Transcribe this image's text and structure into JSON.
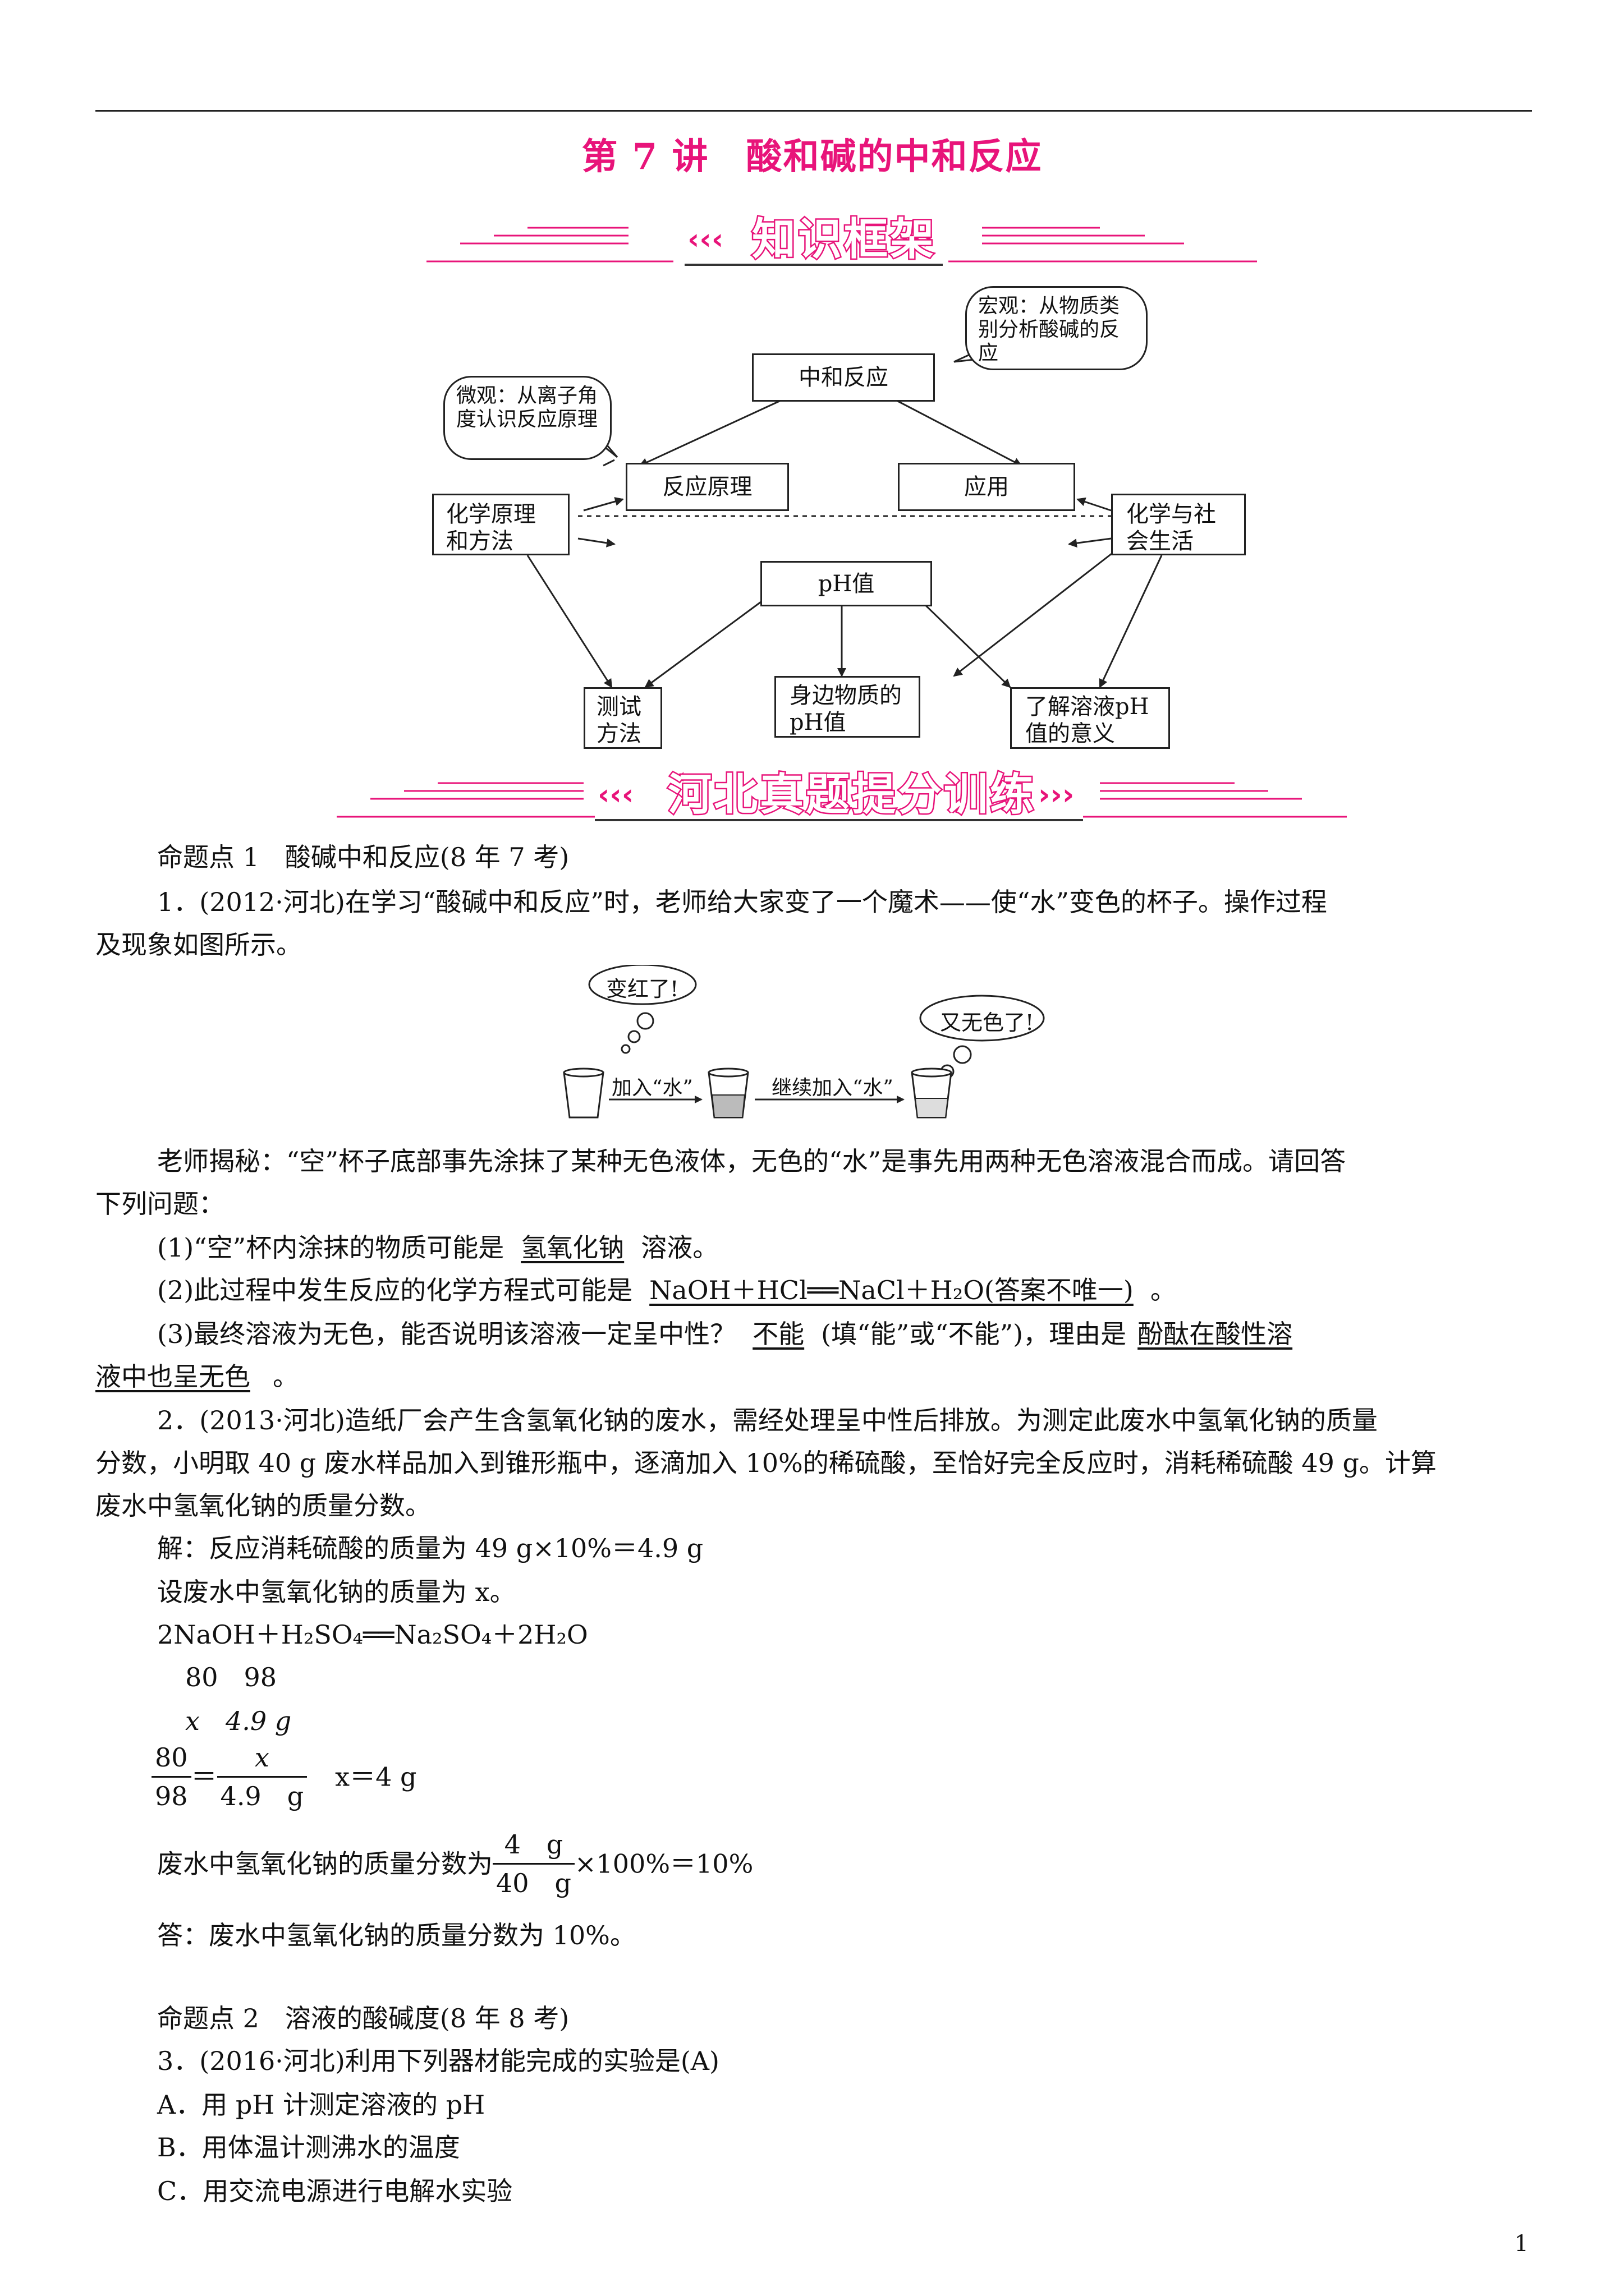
{
  "lecture_title": "第 7 讲　酸和碱的中和反应",
  "section1": "知识框架",
  "section2": "河北真题提分训练",
  "diagram": {
    "macro": "宏观：从物质类别分析酸碱的反应",
    "micro": "微观：从离子角度认识反应原理",
    "neutralization": "中和反应",
    "principle": "反应原理",
    "application": "应用",
    "chem_method": "化学原理和方法",
    "society": "化学与社会生活",
    "ph": "pH值",
    "test": "测试方法",
    "surroundings": "身边物质的pH值",
    "meaning": "了解溶液pH值的意义"
  },
  "q_point1": "命题点 1　酸碱中和反应(8 年 7 考)",
  "q1_line1": "1．(2012·河北)在学习“酸碱中和反应”时，老师给大家变了一个魔术——使“水”变色的杯子。操作过程",
  "q1_line2": "及现象如图所示。",
  "magic": {
    "bubble1": "变红了!",
    "bubble2": "又无色了!",
    "step1": "加入“水”",
    "step2": "继续加入“水”"
  },
  "q1_reveal1": "老师揭秘：“空”杯子底部事先涂抹了某种无色液体，无色的“水”是事先用两种无色溶液混合而成。请回答",
  "q1_reveal2": "下列问题：",
  "q1_1_pre": "(1)“空”杯内涂抹的物质可能是",
  "q1_1_ans": "氢氧化钠",
  "q1_1_post": "溶液。",
  "q1_2_pre": "(2)此过程中发生反应的化学方程式可能是",
  "q1_2_ans": "NaOH＋HCl══NaCl＋H₂O(答案不唯一)",
  "q1_2_post": "。",
  "q1_3_pre": "(3)最终溶液为无色，能否说明该溶液一定呈中性？",
  "q1_3_ans": "不能",
  "q1_3_mid": "(填“能”或“不能”)，理由是",
  "q1_3_reason1": "酚酞在酸性溶",
  "q1_3_reason2": "液中也呈无色",
  "q1_3_post": "。",
  "q2_line1": "2．(2013·河北)造纸厂会产生含氢氧化钠的废水，需经处理呈中性后排放。为测定此废水中氢氧化钠的质量",
  "q2_line2": "分数，小明取 40 g 废水样品加入到锥形瓶中，逐滴加入 10%的稀硫酸，至恰好完全反应时，消耗稀硫酸 49 g。计算",
  "q2_line3": "废水中氢氧化钠的质量分数。",
  "sol1": "解：反应消耗硫酸的质量为 49 g×10%＝4.9 g",
  "sol2": "设废水中氢氧化钠的质量为 x。",
  "sol3": "2NaOH＋H₂SO₄══Na₂SO₄＋2H₂O",
  "sol4": "80　98",
  "sol5": "x　4.9 g",
  "frac1_num": "80",
  "frac1_den": "98",
  "eq_sign": "＝",
  "frac2_num": "x",
  "frac2_den": "4.9　g",
  "sol6_result": "x＝4 g",
  "sol7_pre": "废水中氢氧化钠的质量分数为",
  "frac3_num": "4　g",
  "frac3_den": "40　g",
  "sol7_post": "×100%＝10%",
  "sol8": "答：废水中氢氧化钠的质量分数为 10%。",
  "q_point2": "命题点 2　溶液的酸碱度(8 年 8 考)",
  "q3": "3．(2016·河北)利用下列器材能完成的实验是(A)",
  "q3_a": "A．用 pH 计测定溶液的 pH",
  "q3_b": "B．用体温计测沸水的温度",
  "q3_c": "C．用交流电源进行电解水实验",
  "page_number": "1"
}
